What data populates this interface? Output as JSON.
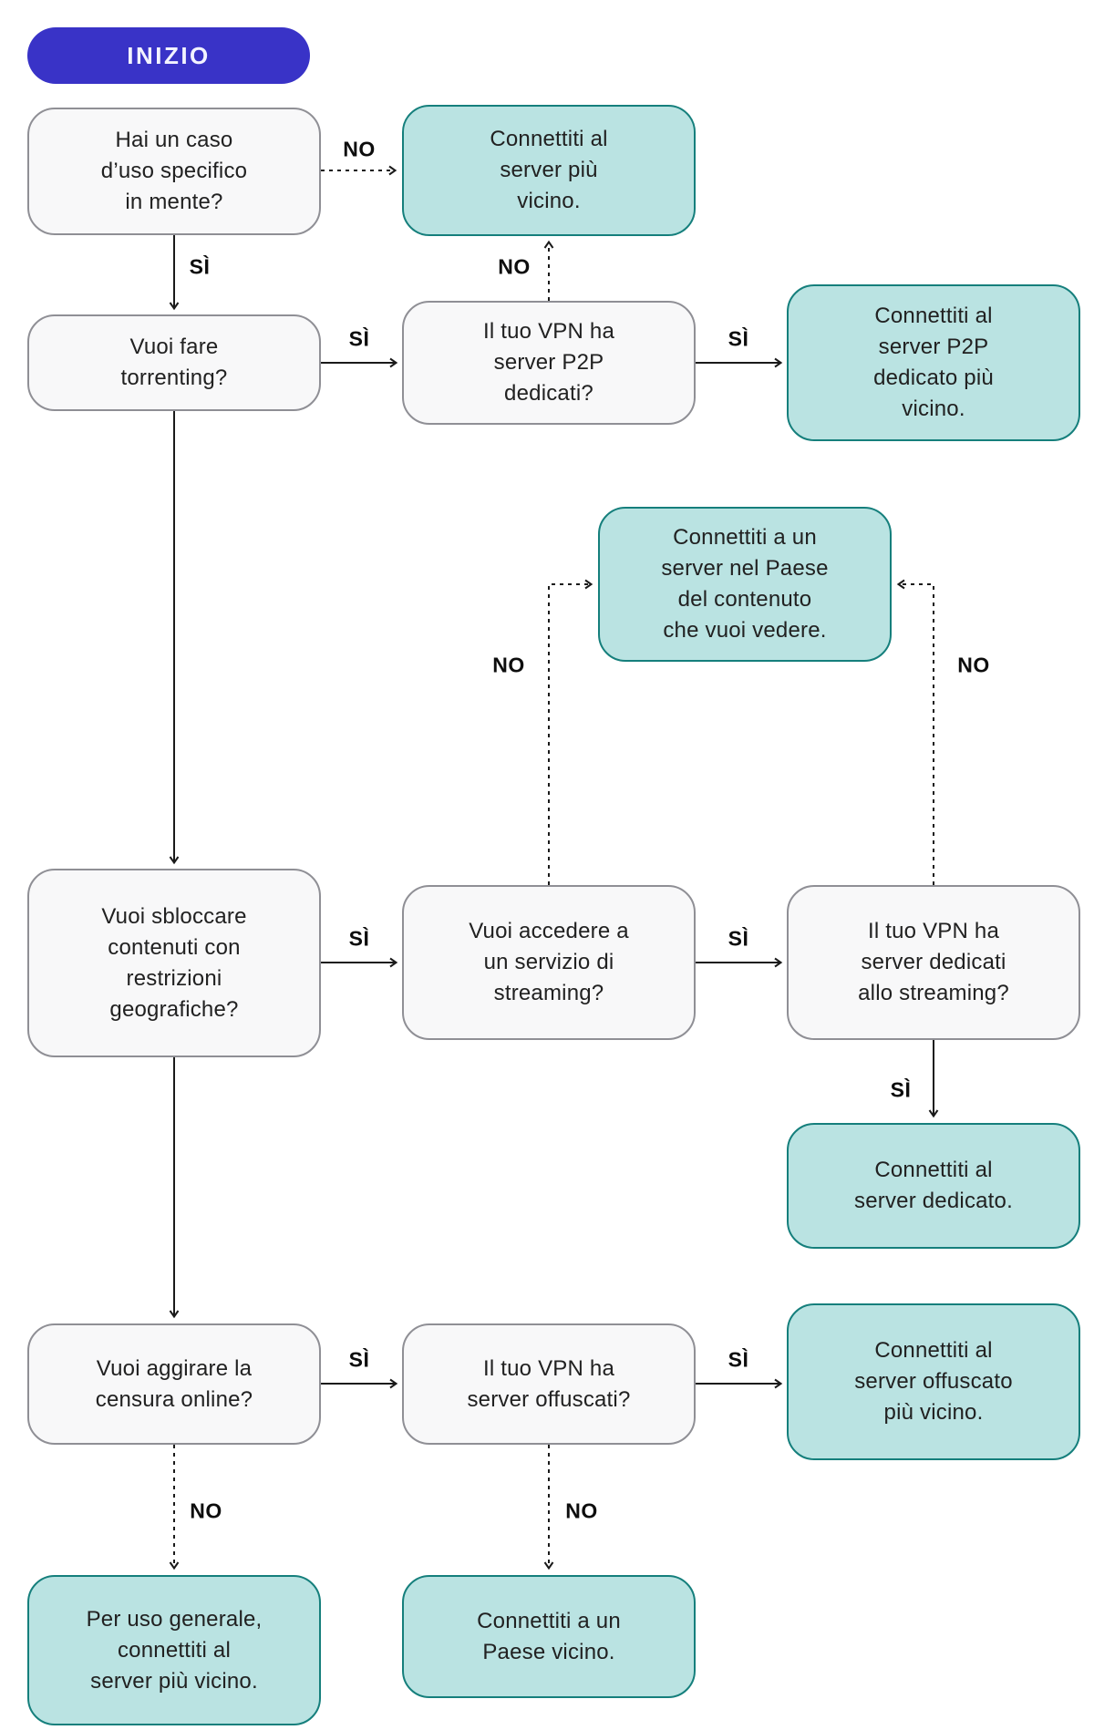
{
  "start": {
    "label": "INIZIO"
  },
  "labels": {
    "yes": "SÌ",
    "no": "NO"
  },
  "colors": {
    "start_bg": "#3933c7",
    "start_text": "#f2f3ff",
    "question_bg": "#f8f8f9",
    "question_border": "#8f8f95",
    "outcome_bg": "#bae3e2",
    "outcome_border": "#157f7c",
    "ink": "#212121",
    "line": "#1a1a1a"
  },
  "nodes": {
    "use_case": "Hai un caso\nd’uso specifico\nin mente?",
    "closest_server": "Connettiti al\nserver più\nvicino.",
    "torrenting": "Vuoi fare\ntorrenting?",
    "p2p_dedicated": "Il tuo VPN ha\nserver P2P\ndedicati?",
    "p2p_closest": "Connettiti al\nserver P2P\ndedicato più\nvicino.",
    "country_content": "Connettiti a un\nserver nel Paese\ndel contenuto\nche vuoi vedere.",
    "geo_unblock": "Vuoi sbloccare\ncontenuti con\nrestrizioni\ngeografiche?",
    "streaming_service": "Vuoi accedere a\nun servizio di\nstreaming?",
    "streaming_dedicated": "Il tuo VPN ha\nserver dedicati\nallo streaming?",
    "dedicated_server": "Connettiti al\nserver dedicato.",
    "censorship": "Vuoi aggirare la\ncensura online?",
    "obfuscated": "Il tuo VPN ha\nserver offuscati?",
    "obfuscated_closest": "Connettiti al\nserver offuscato\npiù vicino.",
    "general_use": "Per uso generale,\nconnettiti al\nserver più vicino.",
    "nearby_country": "Connettiti a un\nPaese vicino."
  }
}
